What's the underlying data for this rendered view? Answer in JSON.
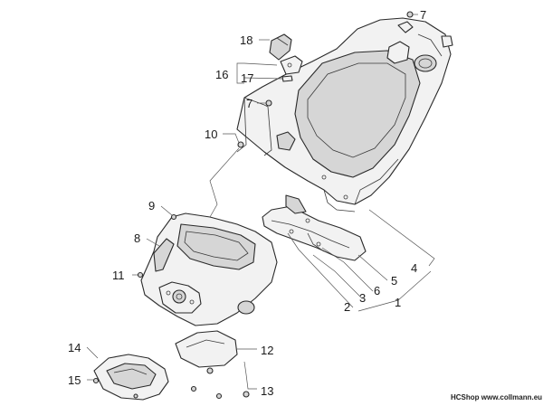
{
  "diagram": {
    "callouts": [
      {
        "id": "1",
        "label": "1"
      },
      {
        "id": "2",
        "label": "2"
      },
      {
        "id": "3",
        "label": "3"
      },
      {
        "id": "4",
        "label": "4"
      },
      {
        "id": "5",
        "label": "5"
      },
      {
        "id": "6",
        "label": "6"
      },
      {
        "id": "7a",
        "label": "7"
      },
      {
        "id": "7b",
        "label": "7"
      },
      {
        "id": "8",
        "label": "8"
      },
      {
        "id": "9",
        "label": "9"
      },
      {
        "id": "10",
        "label": "10"
      },
      {
        "id": "11",
        "label": "11"
      },
      {
        "id": "12",
        "label": "12"
      },
      {
        "id": "13",
        "label": "13"
      },
      {
        "id": "14",
        "label": "14"
      },
      {
        "id": "15",
        "label": "15"
      },
      {
        "id": "16",
        "label": "16"
      },
      {
        "id": "17",
        "label": "17"
      },
      {
        "id": "18",
        "label": "18"
      }
    ],
    "watermark": "HCShop www.collmann.eu"
  }
}
